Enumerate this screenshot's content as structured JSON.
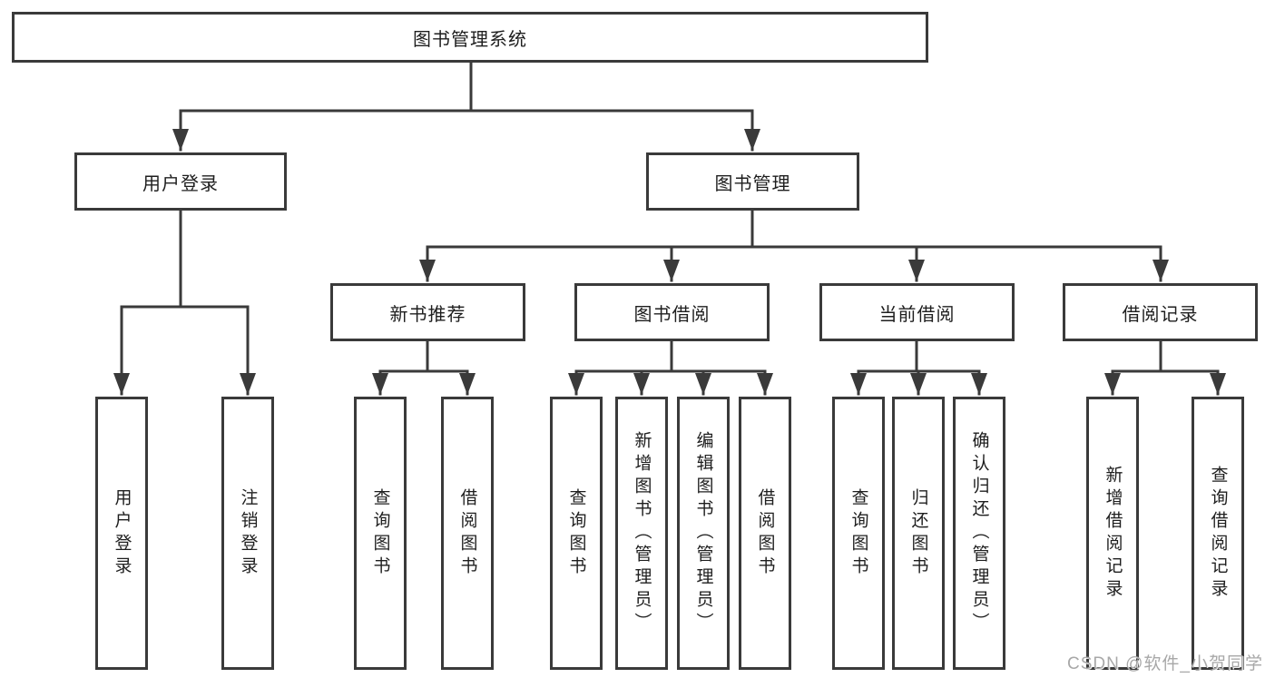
{
  "colors": {
    "line": "#3a3a3a",
    "text": "#1e1e1e",
    "watermark": "#a8a8a8"
  },
  "root": {
    "label": "图书管理系统"
  },
  "level2": [
    {
      "label": "用户登录"
    },
    {
      "label": "图书管理"
    }
  ],
  "level3": [
    {
      "label": "新书推荐"
    },
    {
      "label": "图书借阅"
    },
    {
      "label": "当前借阅"
    },
    {
      "label": "借阅记录"
    }
  ],
  "leaves": {
    "user_login": [
      "用户登录",
      "注销登录"
    ],
    "new_book_recommend": [
      "查询图书",
      "借阅图书"
    ],
    "book_borrow": [
      "查询图书",
      "新增图书（管理员）",
      "编辑图书（管理员）",
      "借阅图书"
    ],
    "current_borrow": [
      "查询图书",
      "归还图书",
      "确认归还（管理员）"
    ],
    "borrow_records": [
      "新增借阅记录",
      "查询借阅记录"
    ]
  },
  "watermark": "CSDN @软件_小贺同学"
}
